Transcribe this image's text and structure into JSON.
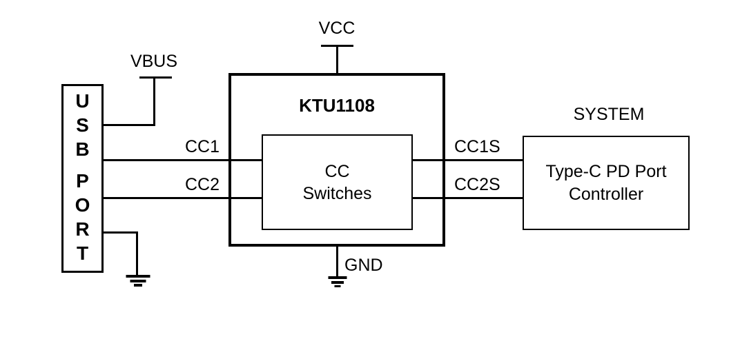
{
  "diagram": {
    "colors": {
      "wire": "#000000",
      "background": "#ffffff",
      "text": "#000000"
    },
    "usb_port": {
      "letters": [
        "U",
        "S",
        "B",
        "P",
        "O",
        "R",
        "T"
      ]
    },
    "chip": {
      "name": "KTU1108",
      "inner_block_lines": [
        "CC",
        "Switches"
      ]
    },
    "system": {
      "heading": "SYSTEM",
      "controller_lines": [
        "Type-C PD Port",
        "Controller"
      ]
    },
    "rails": {
      "vcc": "VCC",
      "vbus": "VBUS",
      "gnd": "GND"
    },
    "signals": {
      "cc1": "CC1",
      "cc2": "CC2",
      "cc1s": "CC1S",
      "cc2s": "CC2S"
    }
  }
}
